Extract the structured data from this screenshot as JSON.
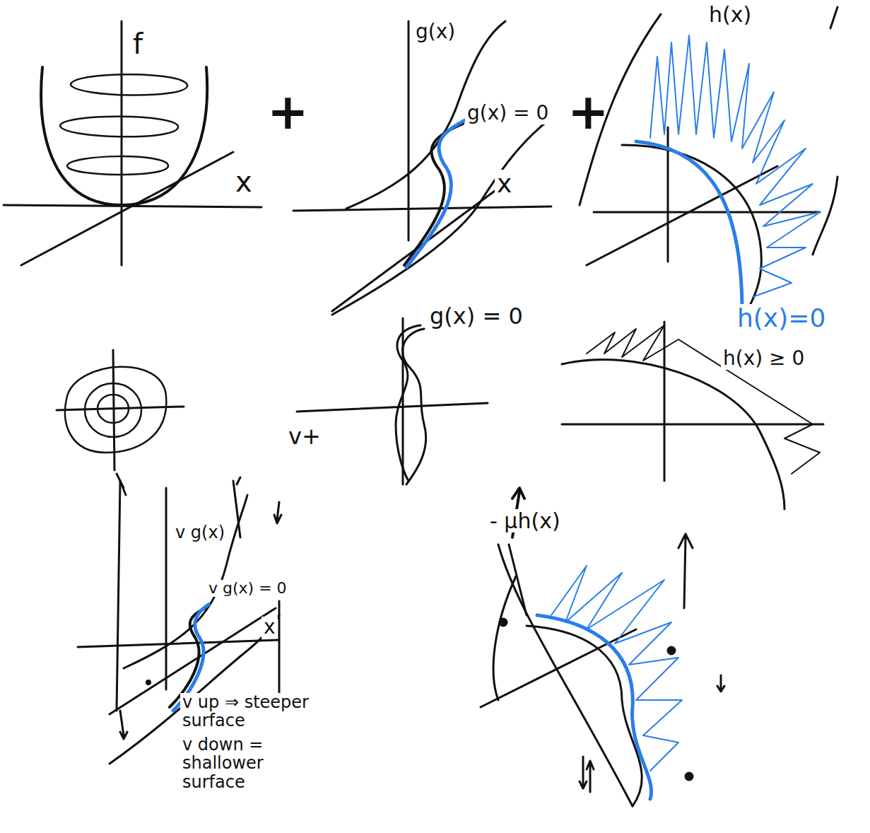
{
  "diagram": {
    "labels": [
      "f",
      "x",
      "+",
      "g(x)",
      "g(x) = 0",
      "x",
      "+",
      "h(x)",
      "h(x)=0",
      "g(x) = 0",
      "h(x) ≥ 0",
      "v+",
      "v g(x)",
      "v g(x) = 0",
      "x",
      "v up ⇒ steeper surface",
      "v down = shallower surface",
      "- μh(x)"
    ]
  }
}
